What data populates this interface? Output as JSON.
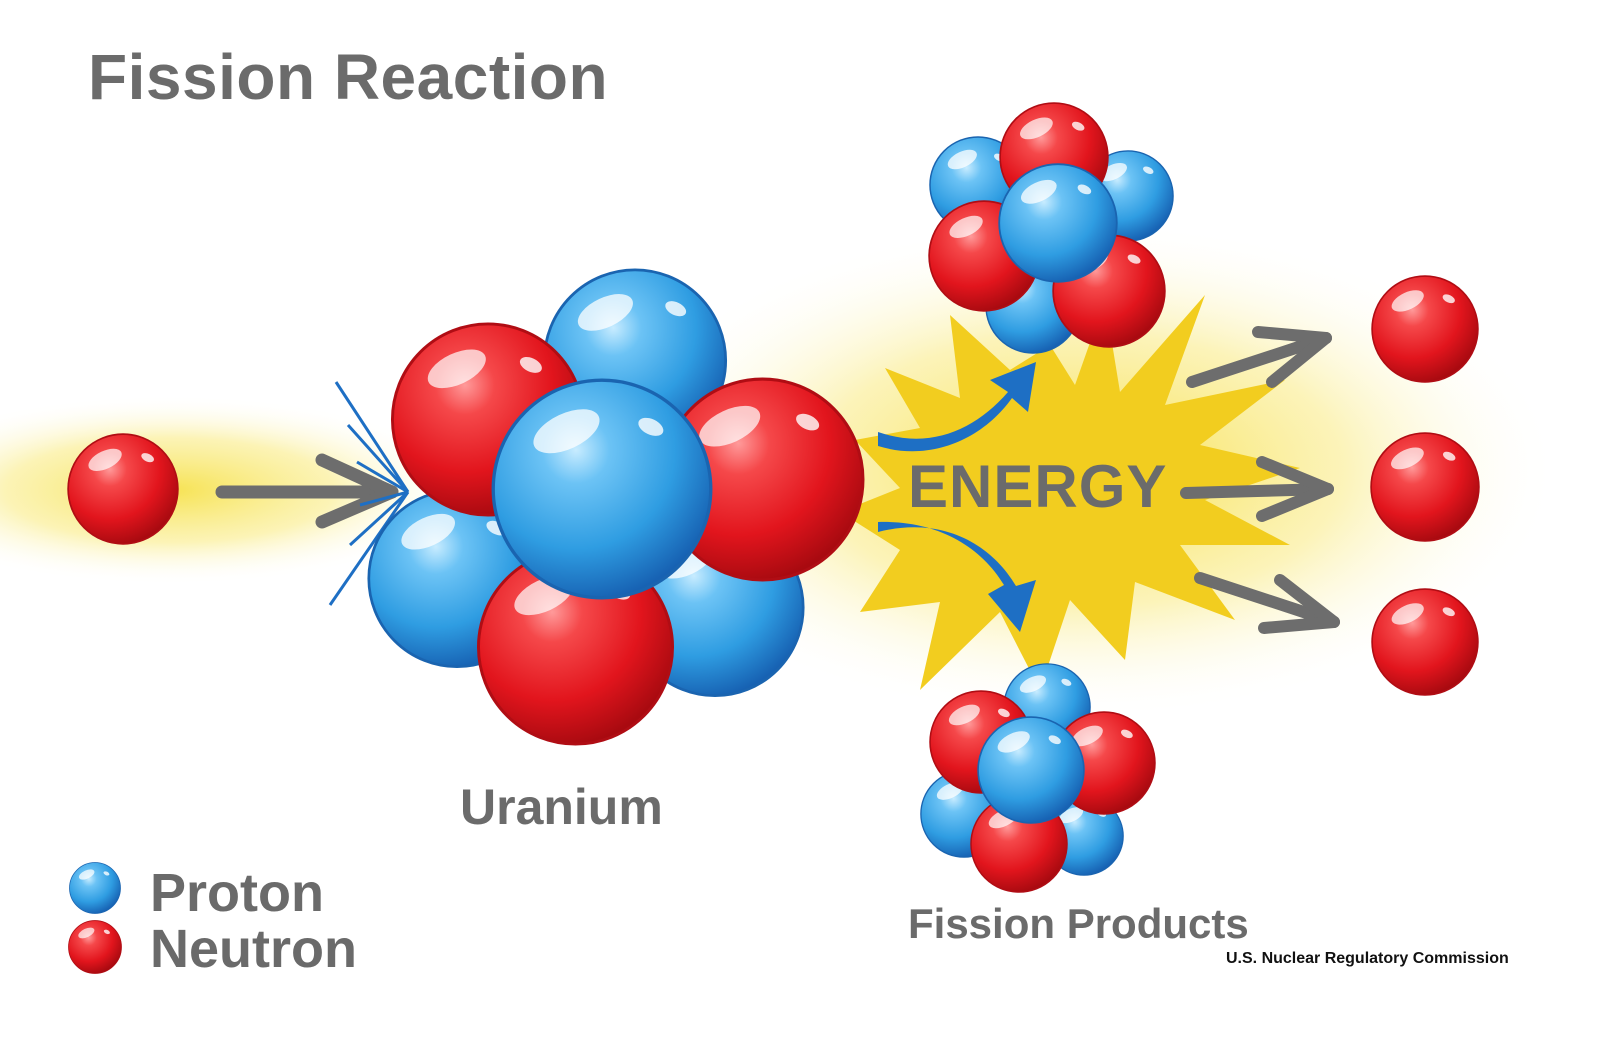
{
  "title": "Fission Reaction",
  "energy_label": "ENERGY",
  "uranium_label": "Uranium",
  "products_label": "Fission Products",
  "credit": "U.S. Nuclear Regulatory Commission",
  "legend": {
    "proton": "Proton",
    "neutron": "Neutron"
  },
  "colors": {
    "proton": "#2f9de2",
    "neutron": "#e2151d",
    "glow": "#f6e14a",
    "burst": "#f2cd1f",
    "gray_arrow": "#6d6d6d",
    "blue_arrow": "#1e6fc4",
    "text": "#6b6b6b"
  }
}
